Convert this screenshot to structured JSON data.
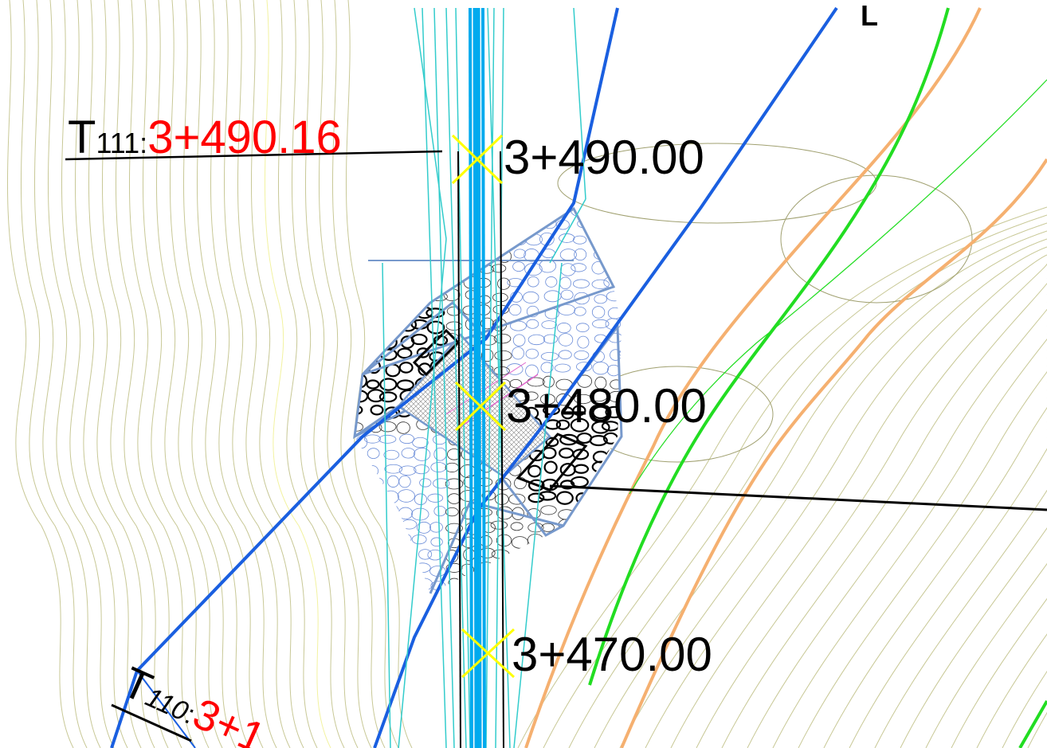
{
  "drawing": {
    "corner_mark": "L",
    "tower_111": {
      "prefix": "T",
      "sub": "111",
      "sep": ":",
      "chainage": "3+490.16"
    },
    "tower_110": {
      "prefix": "T",
      "sub": "110",
      "sep": ":",
      "chainage": "3+1"
    },
    "stations": [
      "3+490.00",
      "3+480.00",
      "3+470.00"
    ]
  },
  "colors": {
    "contour": "#c8c896",
    "contour_dark": "#a0a070",
    "contour_yellow": "#f2f2a0",
    "road_edge": "#1a5fe0",
    "centerline": "#00aaee",
    "offset_lines": "#33cccc",
    "marker": "#ffff00",
    "green_line": "#22dd22",
    "orange_line": "#f5b070",
    "riprap": "#6a8cd8",
    "riprap_outline": "#7799cc",
    "chainage_red": "#ff0000",
    "text": "#000000"
  }
}
